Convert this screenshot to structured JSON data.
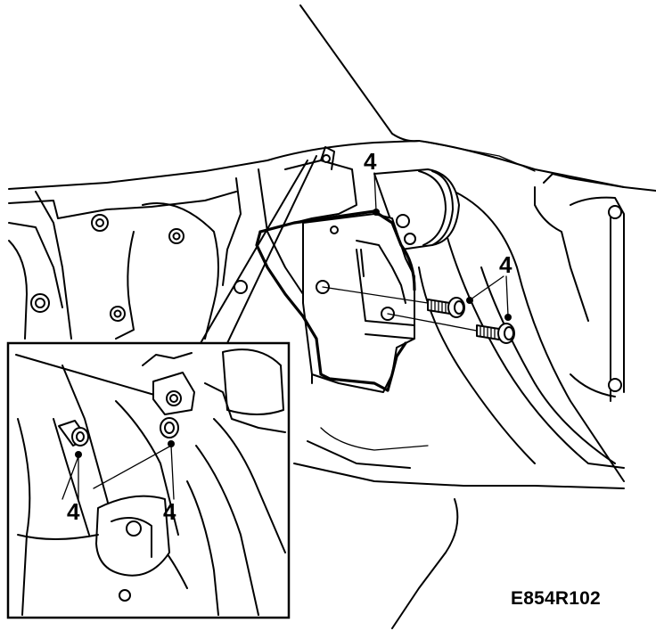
{
  "callouts": {
    "main_top": "4",
    "main_right": "4",
    "inset_left": "4",
    "inset_right": "4"
  },
  "figure_code": "E854R102"
}
